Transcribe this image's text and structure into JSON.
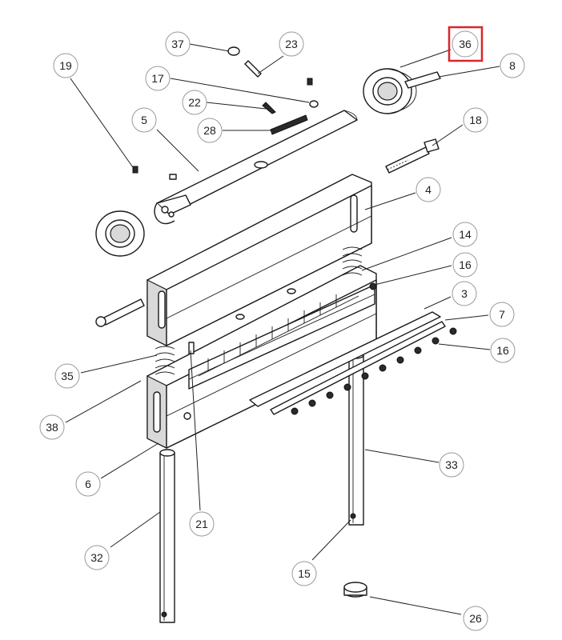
{
  "callouts": {
    "c36": "36",
    "c37": "37",
    "c23": "23",
    "c8": "8",
    "c19": "19",
    "c17": "17",
    "c22": "22",
    "c5": "5",
    "c28": "28",
    "c18": "18",
    "c4": "4",
    "c14": "14",
    "c16a": "16",
    "c3": "3",
    "c7": "7",
    "c16b": "16",
    "c35": "35",
    "c38": "38",
    "c6": "6",
    "c33": "33",
    "c21": "21",
    "c32": "32",
    "c15": "15",
    "c26": "26"
  },
  "highlighted_callout": "36",
  "colors": {
    "highlight": "#d9262b",
    "line": "#1a1a1a",
    "callout_border": "#9a9a9a"
  }
}
